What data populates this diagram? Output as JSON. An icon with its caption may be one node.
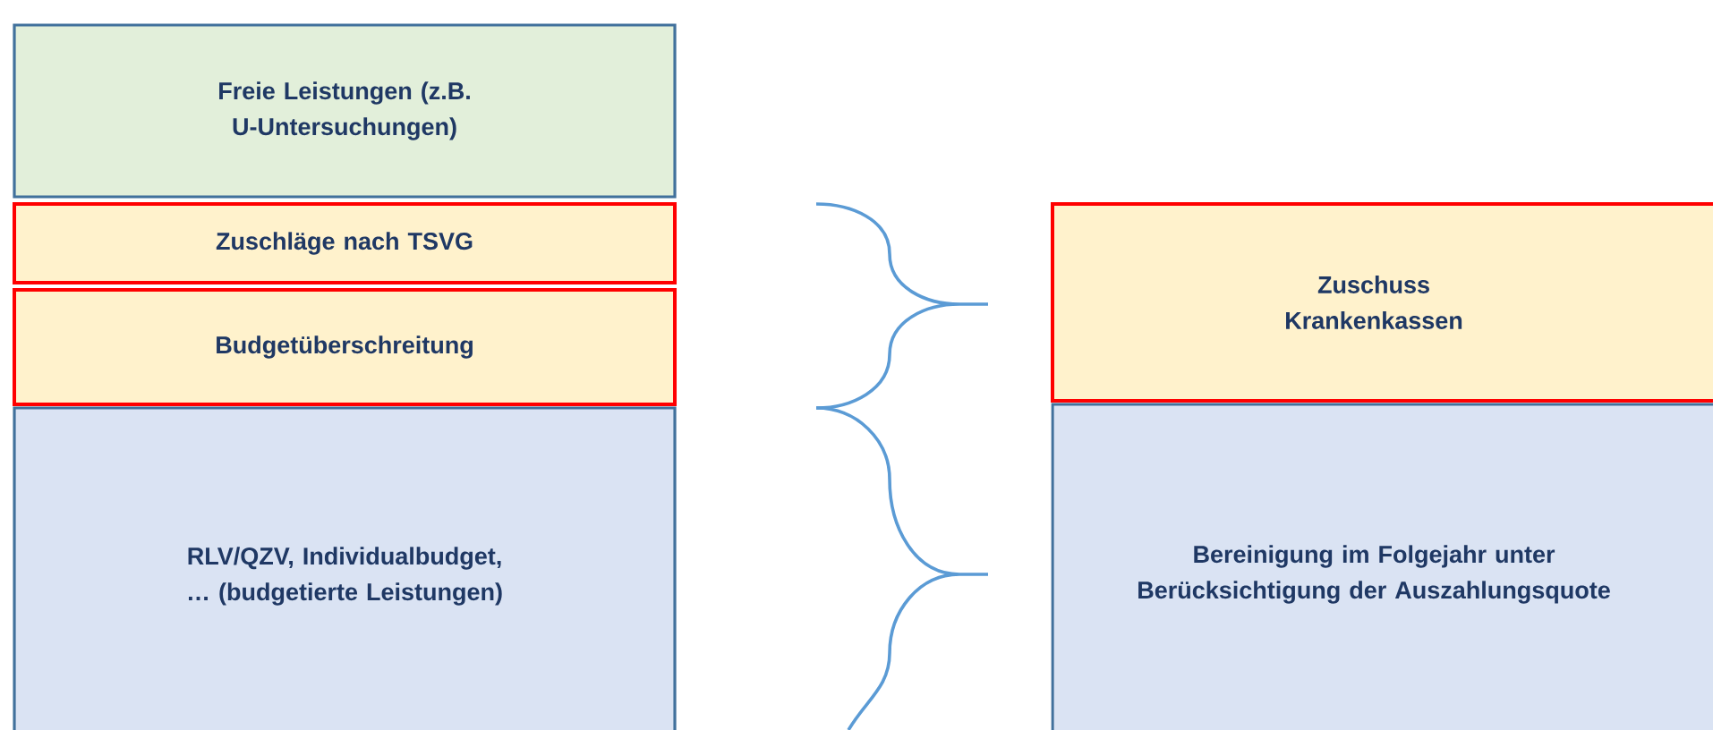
{
  "diagram": {
    "nodes": [
      {
        "text": [
          "Freie Leistungen (z.B. U-Untersuchungen)"
        ]
      },
      {
        "text": [
          "Zuschläge nach TSVG"
        ]
      },
      {
        "text": [
          "Budgetüberschreitung"
        ]
      },
      {
        "text": [
          "RLV/QZV, Individualbudget, … (budgetierte Leistungen)"
        ]
      },
      {
        "text": [
          "Zuschuss Krankenkassen"
        ]
      },
      {
        "text": [
          "Bereinigung im Folgejahr unter Berücksichtigung der Auszahlungsquote"
        ]
      }
    ]
  }
}
